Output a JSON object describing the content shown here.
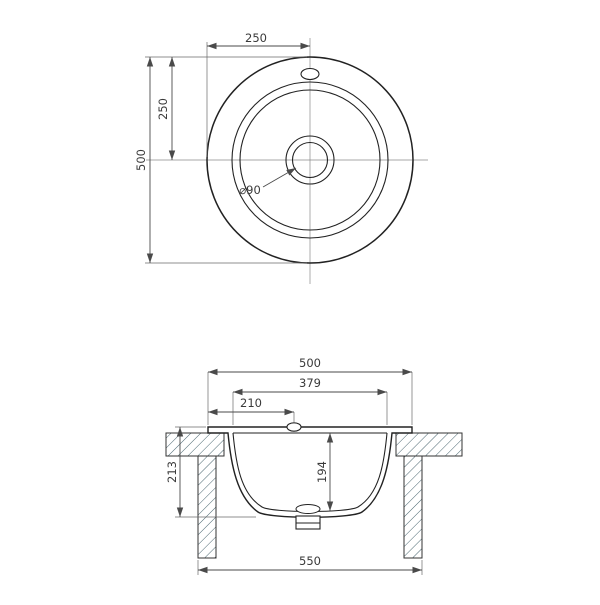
{
  "drawing": {
    "type": "technical-drawing",
    "subject": "round-kitchen-sink",
    "colors": {
      "line": "#222222",
      "dimension": "#4a4a4a",
      "hatch": "#4a6670"
    },
    "top_view": {
      "dim_half_width": "250",
      "dim_half_height": "250",
      "dim_diameter": "500",
      "drain_label": "⌀90"
    },
    "section_view": {
      "dim_width": "500",
      "dim_bowl": "379",
      "dim_hole": "210",
      "dim_depth": "213",
      "dim_inner_depth": "194",
      "dim_base": "550"
    }
  }
}
